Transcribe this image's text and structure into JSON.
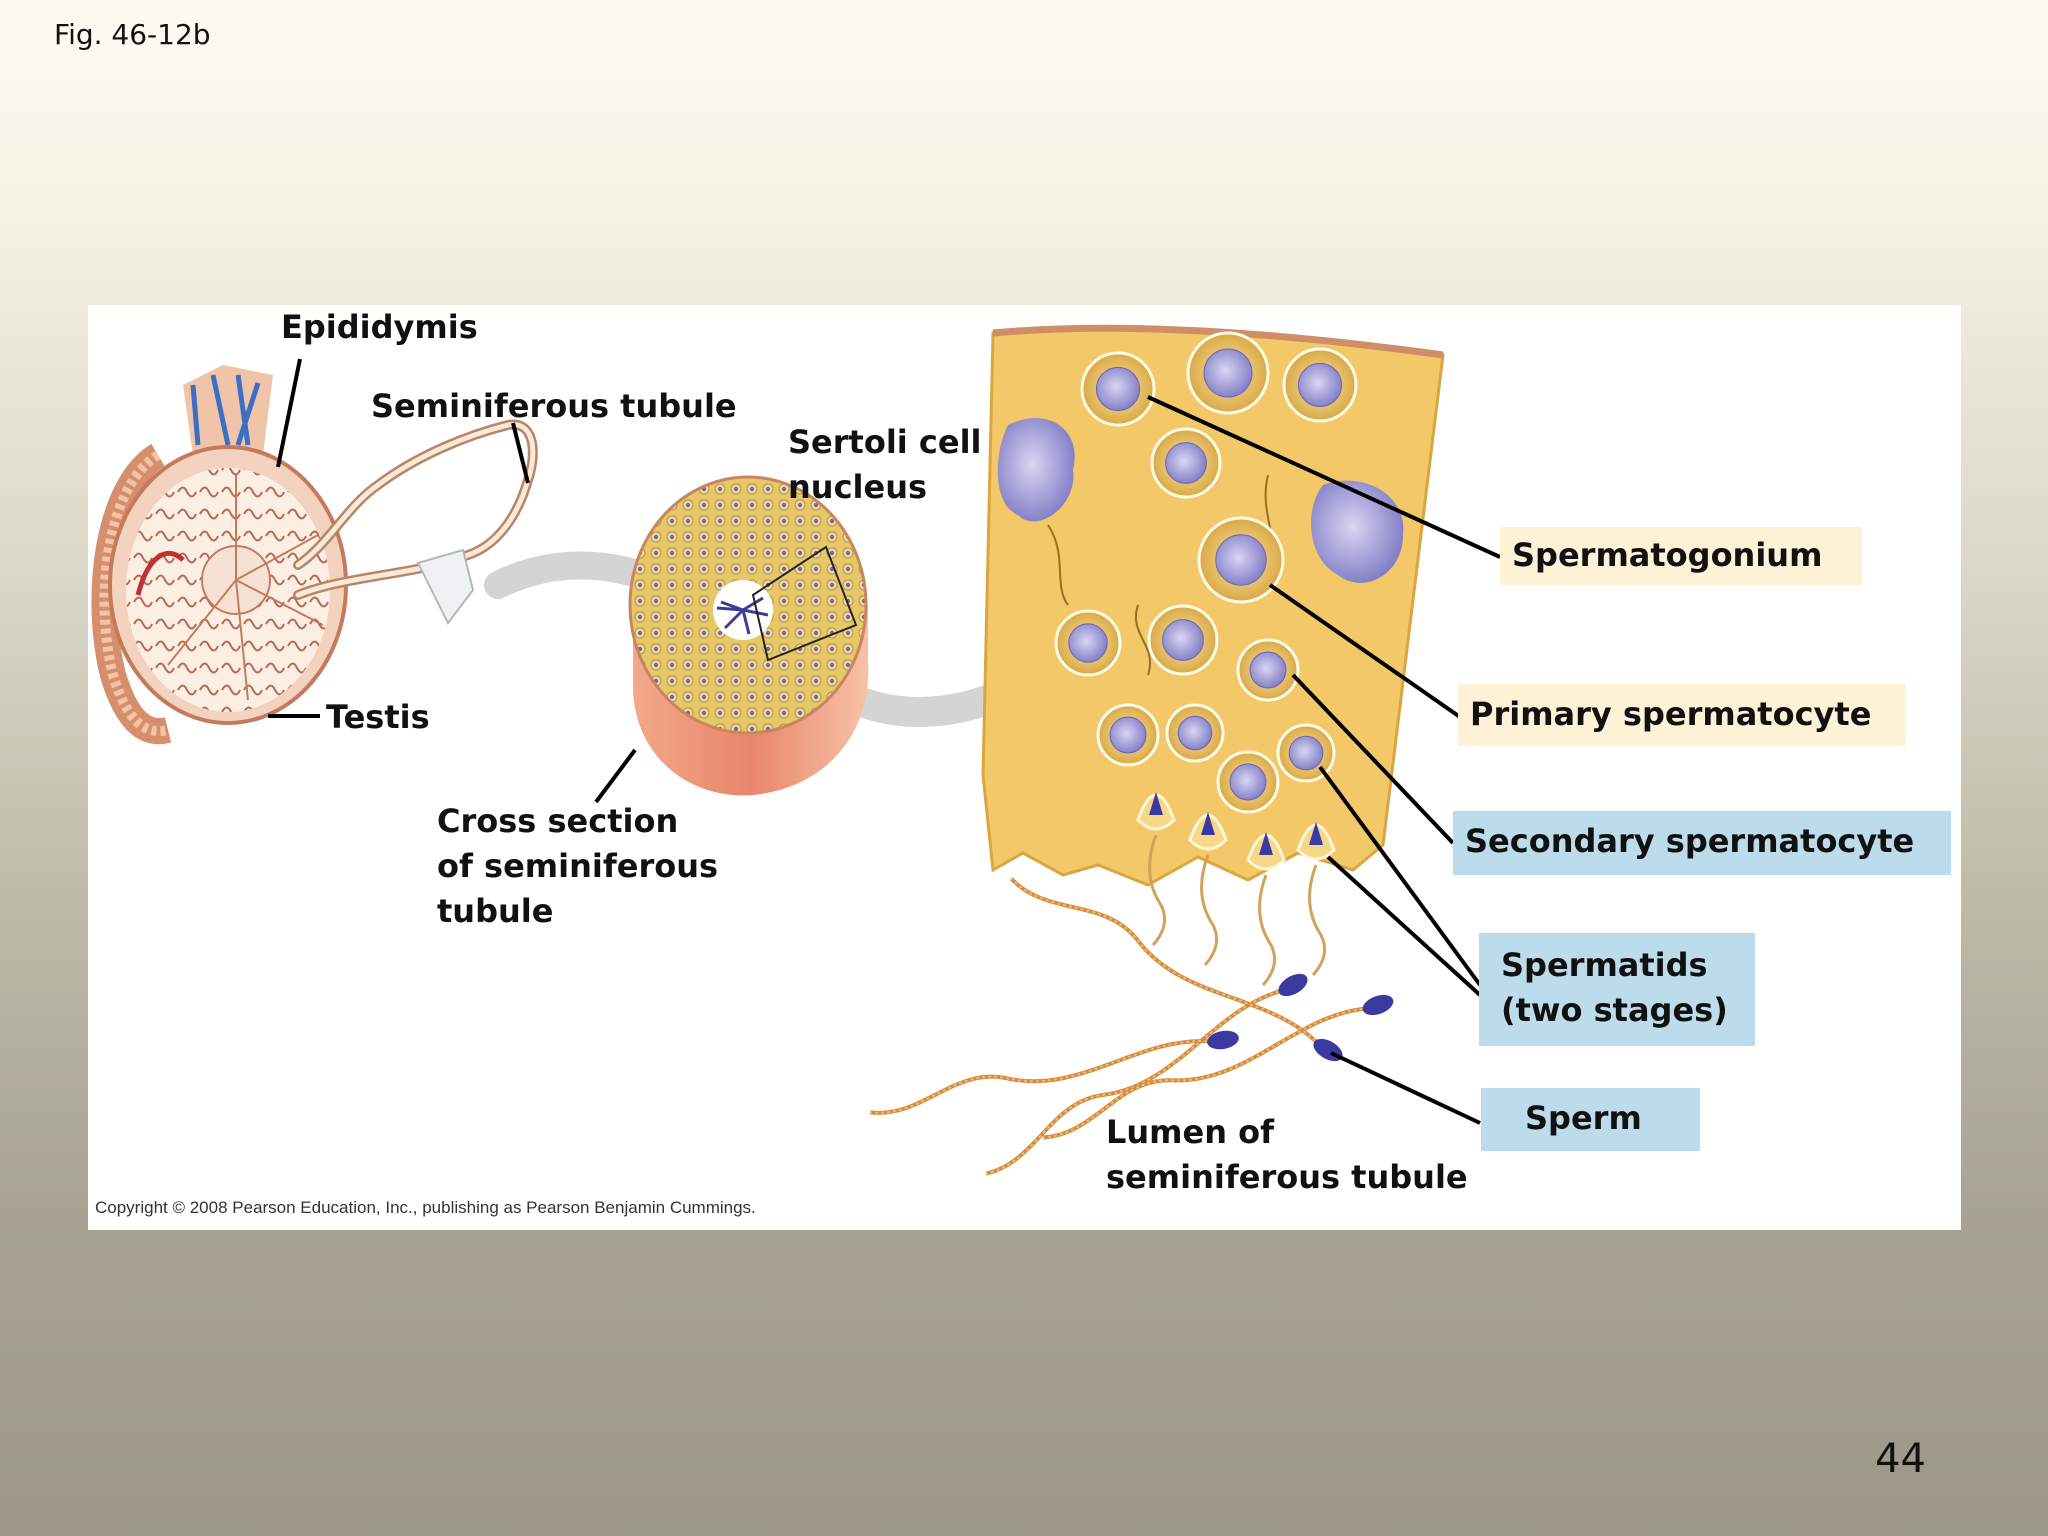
{
  "figure_label": "Fig. 46-12b",
  "slide_number": "44",
  "copyright": "Copyright © 2008 Pearson Education, Inc., publishing as Pearson Benjamin Cummings.",
  "labels": {
    "epididymis": "Epididymis",
    "seminiferous_tubule": "Seminiferous tubule",
    "sertoli_line1": "Sertoli cell",
    "sertoli_line2": "nucleus",
    "testis": "Testis",
    "cross_section_line1": "Cross section",
    "cross_section_line2": "of seminiferous",
    "cross_section_line3": "tubule",
    "spermatogonium": "Spermatogonium",
    "primary_spermatocyte": "Primary spermatocyte",
    "secondary_spermatocyte": "Secondary spermatocyte",
    "spermatids_line1": "Spermatids",
    "spermatids_line2": "(two stages)",
    "sperm": "Sperm",
    "lumen_line1": "Lumen of",
    "lumen_line2": "seminiferous tubule"
  },
  "colors": {
    "tissue_yellow": "#f0c766",
    "nucleus_purple": "#8c88cc",
    "sperm_head": "#3a3aa0",
    "tail_orange": "#d88a3a",
    "label_cream": "#fdf1d6",
    "label_blue": "#bcdcec"
  }
}
